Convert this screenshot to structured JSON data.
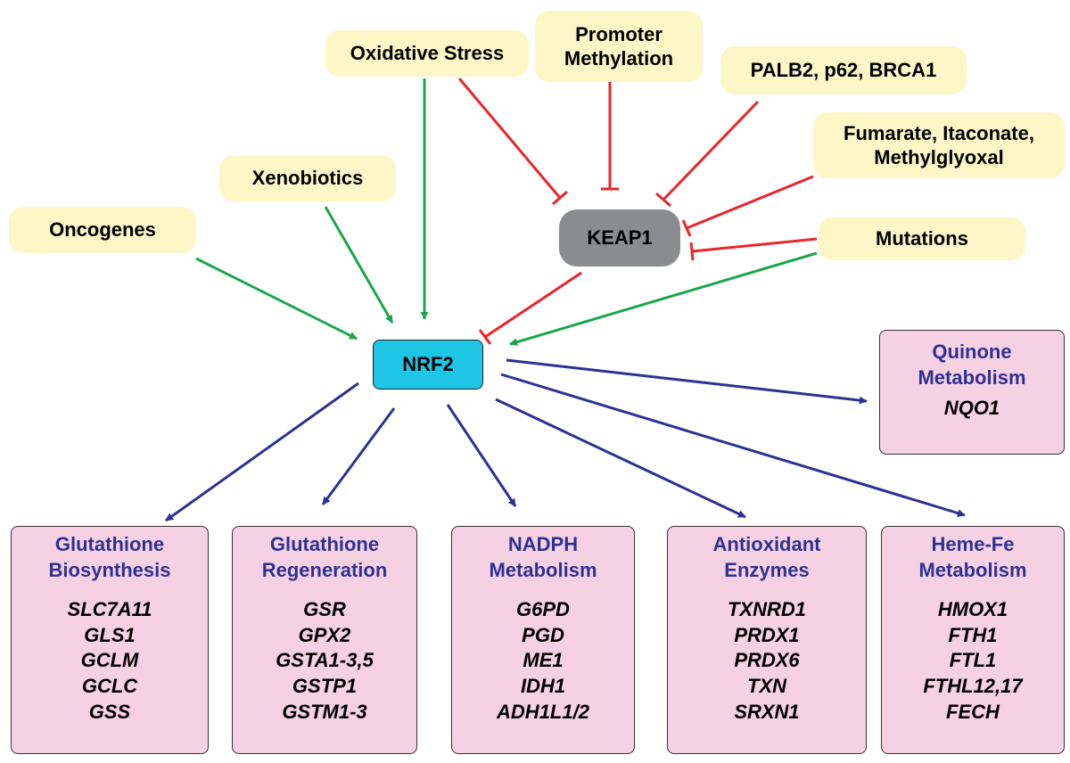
{
  "regulators": {
    "oxidative_stress": "Oxidative Stress",
    "promoter_methylation": [
      "Promoter",
      "Methylation"
    ],
    "palb2": "PALB2, p62, BRCA1",
    "fumarate": [
      "Fumarate, Itaconate,",
      "Methylglyoxal"
    ],
    "xenobiotics": "Xenobiotics",
    "oncogenes": "Oncogenes",
    "mutations": "Mutations"
  },
  "keap1": "KEAP1",
  "nrf2": "NRF2",
  "targets": {
    "quinone": {
      "title": [
        "Quinone",
        "Metabolism"
      ],
      "genes": [
        "NQO1"
      ]
    },
    "glutathione_biosynthesis": {
      "title": [
        "Glutathione",
        "Biosynthesis"
      ],
      "genes": [
        "SLC7A11",
        "GLS1",
        "GCLM",
        "GCLC",
        "GSS"
      ]
    },
    "glutathione_regeneration": {
      "title": [
        "Glutathione",
        "Regeneration"
      ],
      "genes": [
        "GSR",
        "GPX2",
        "GSTA1-3,5",
        "GSTP1",
        "GSTM1-3"
      ]
    },
    "nadph": {
      "title": [
        "NADPH",
        "Metabolism"
      ],
      "genes": [
        "G6PD",
        "PGD",
        "ME1",
        "IDH1",
        "ADH1L1/2"
      ]
    },
    "antioxidant": {
      "title": [
        "Antioxidant",
        "Enzymes"
      ],
      "genes": [
        "TXNRD1",
        "PRDX1",
        "PRDX6",
        "TXN",
        "SRXN1"
      ]
    },
    "heme": {
      "title": [
        "Heme-Fe",
        "Metabolism"
      ],
      "genes": [
        "HMOX1",
        "FTH1",
        "FTL1",
        "FTHL12,17",
        "FECH"
      ]
    }
  },
  "colors": {
    "activation": "#1aa64a",
    "inhibition": "#e8262b",
    "target_arrow": "#2e3192",
    "input_fill": "#fdf6c6",
    "keap1_fill": "#8b8c8e",
    "nrf2_fill": "#1ec6e6",
    "target_fill": "#f5d1e3",
    "target_title": "#2e3192"
  }
}
